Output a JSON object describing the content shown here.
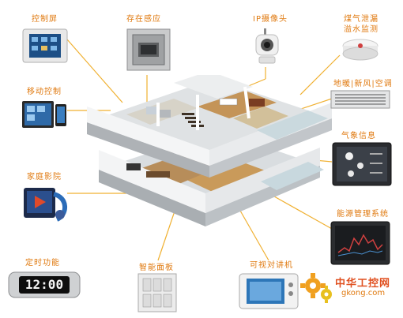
{
  "labels": {
    "control_screen": "控制屏",
    "presence_sensor": "存在感应",
    "ip_camera": "IP摄像头",
    "gas_leak": "煤气泄漏",
    "water_leak": "溢水监测",
    "mobile_control": "移动控制",
    "floor_heating": "地暖|新风|空调",
    "weather_info": "气象信息",
    "home_theater": "家庭影院",
    "energy_mgmt": "能源管理系统",
    "timer": "定时功能",
    "smart_panel": "智能面板",
    "video_intercom": "可视对讲机"
  },
  "clock_display": "12:00",
  "watermark": {
    "title": "中华工控网",
    "url": "gkong.com"
  },
  "colors": {
    "label": "#e07a10",
    "leader_line": "#f0b030"
  }
}
